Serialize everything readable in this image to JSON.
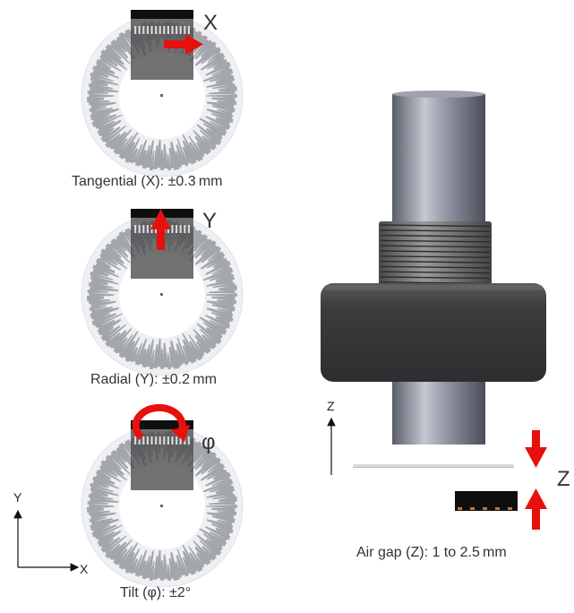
{
  "panels": [
    {
      "caption": "Tangential (X): ±0.3 mm",
      "motion_label": "X",
      "motion": "tangential"
    },
    {
      "caption": "Radial (Y): ±0.2 mm",
      "motion_label": "Y",
      "motion": "radial"
    },
    {
      "caption": "Tilt (φ): ±2°",
      "motion_label": "φ",
      "motion": "tilt"
    }
  ],
  "coordinate_axes": {
    "x": "X",
    "y": "Y"
  },
  "airgap": {
    "caption": "Air gap (Z): 1 to 2.5 mm",
    "motion_label": "Z",
    "axis_label": "Z"
  },
  "colors": {
    "arrow": "#e8100c",
    "disk_background": "#eef0f4",
    "spoke": "#a3a6ab",
    "readhead": "#4a4a4c",
    "shaft": "#727685",
    "housing": "#3a3a3c",
    "text": "#333333"
  }
}
